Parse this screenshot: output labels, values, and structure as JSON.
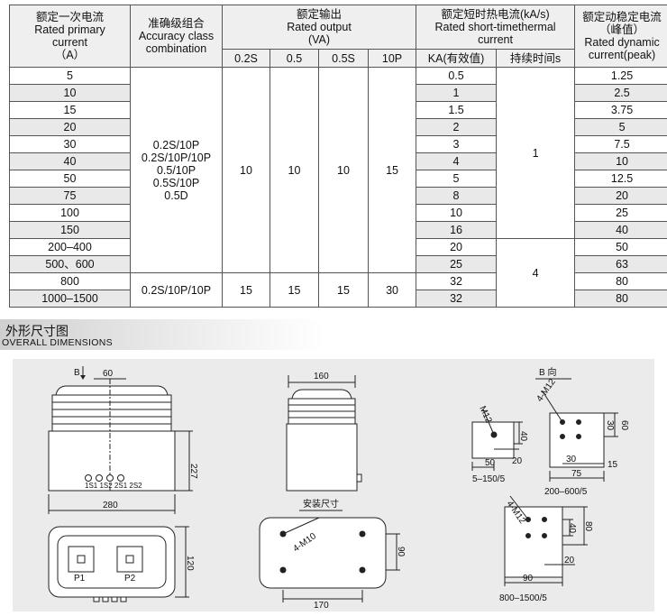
{
  "table": {
    "headers": {
      "primary_current": "额定一次电流\nRated primary\ncurrent\n（A）",
      "accuracy": "准确级组合\nAccuracy class\ncombination",
      "output": "额定输出\nRated output\n(VA)",
      "short_time": "额定短时热电流(kA/s)\nRated short-timethermal\ncurrent",
      "dynamic": "额定动稳定电流\n（峰值）\nRated dynamic\ncurrent(peak)"
    },
    "subheaders": {
      "out_02s": "0.2S",
      "out_05": "0.5",
      "out_05s": "0.5S",
      "out_10p": "10P",
      "ka": "KA(有效值)",
      "duration": "持续时间s"
    },
    "rows": [
      {
        "current": "5",
        "ka": "0.5",
        "dyn": "1.25"
      },
      {
        "current": "10",
        "ka": "1",
        "dyn": "2.5"
      },
      {
        "current": "15",
        "ka": "1.5",
        "dyn": "3.75"
      },
      {
        "current": "20",
        "ka": "2",
        "dyn": "5"
      },
      {
        "current": "30",
        "ka": "3",
        "dyn": "7.5"
      },
      {
        "current": "40",
        "ka": "4",
        "dyn": "10"
      },
      {
        "current": "50",
        "ka": "5",
        "dyn": "12.5"
      },
      {
        "current": "75",
        "ka": "8",
        "dyn": "20"
      },
      {
        "current": "100",
        "ka": "10",
        "dyn": "25"
      },
      {
        "current": "150",
        "ka": "16",
        "dyn": "40"
      },
      {
        "current": "200–400",
        "ka": "20",
        "dyn": "50"
      },
      {
        "current": "500、600",
        "ka": "25",
        "dyn": "63"
      },
      {
        "current": "800",
        "ka": "32",
        "dyn": "80"
      },
      {
        "current": "1000–1500",
        "ka": "32",
        "dyn": "80"
      }
    ],
    "group1": {
      "accuracy": "0.2S/10P\n0.2S/10P/10P\n0.5/10P\n0.5S/10P\n0.5D",
      "out_02s": "10",
      "out_05": "10",
      "out_05s": "10",
      "out_10p": "15"
    },
    "group2": {
      "accuracy": "0.2S/10P/10P",
      "out_02s": "15",
      "out_05": "15",
      "out_05s": "15",
      "out_10p": "30"
    },
    "duration1": "1",
    "duration2": "4"
  },
  "section": {
    "title_cn": "外形尺寸图",
    "title_en": "OVERALL DIMENSIONS"
  },
  "drawing": {
    "front": {
      "b_label": "B",
      "width_top": "60",
      "height": "227",
      "width": "280",
      "terminals": "1S1 1S2 2S1 2S2"
    },
    "side": {
      "width": "160"
    },
    "bottom": {
      "p1": "P1",
      "p2": "P2",
      "height": "120"
    },
    "mounting": {
      "title": "安装尺寸",
      "bolt": "4-M10",
      "spacing_v": "90",
      "spacing_h": "170"
    },
    "b_view": {
      "title": "B 向"
    },
    "detail_small": {
      "bolt": "M12",
      "d40": "40",
      "d50": "50",
      "d20": "20",
      "range": "5–150/5"
    },
    "detail_mid": {
      "bolt": "4-M12",
      "d30v": "30",
      "d60": "60",
      "d30h": "30",
      "d15": "15",
      "d75": "75",
      "range": "200–600/5"
    },
    "detail_large": {
      "bolt": "4-M12",
      "d40": "40",
      "d80": "80",
      "d20": "20",
      "d90": "90",
      "range": "800–1500/5"
    }
  }
}
